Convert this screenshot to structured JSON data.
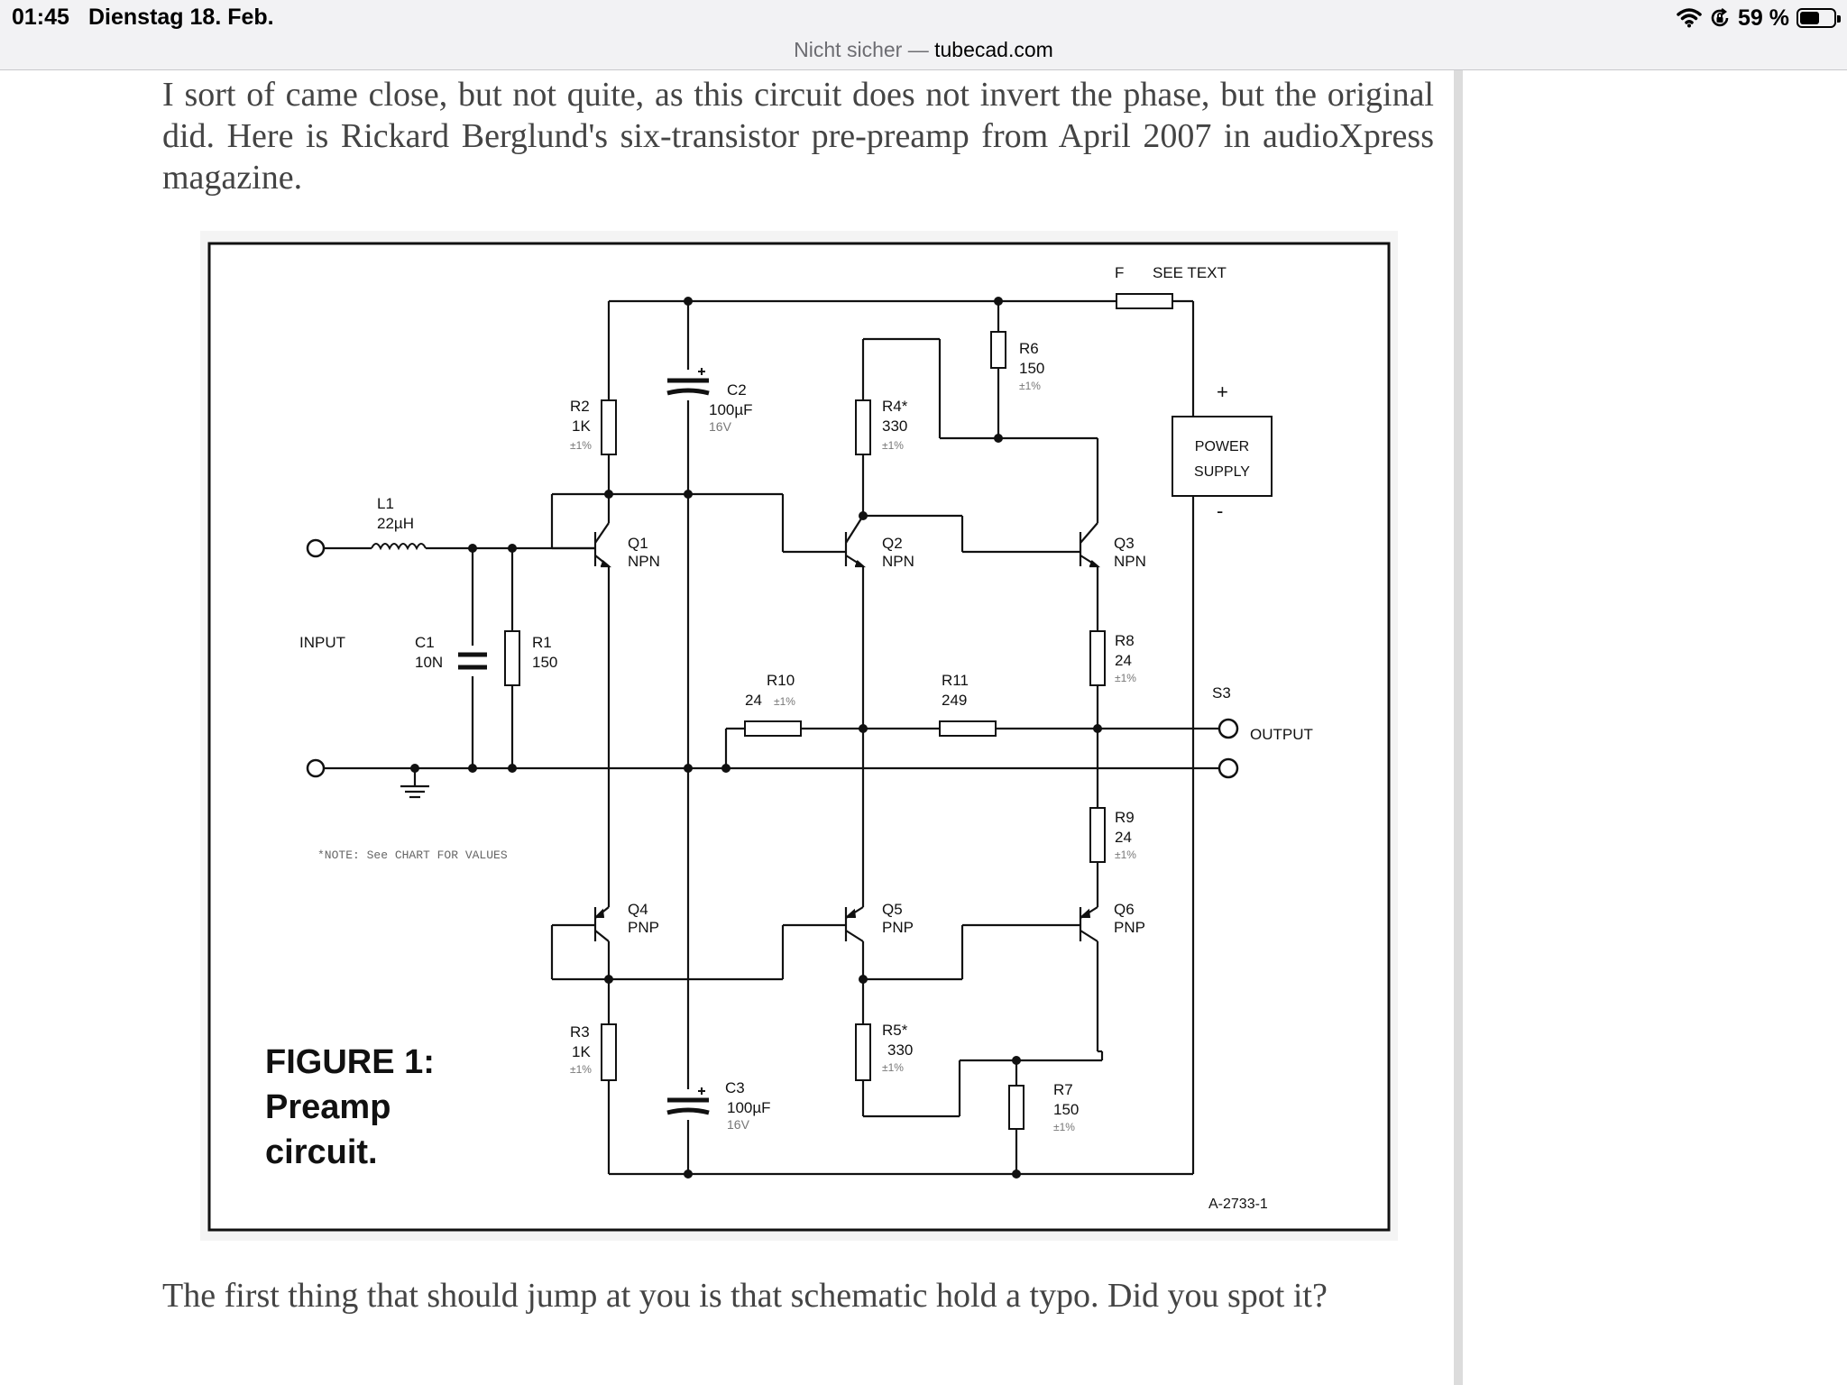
{
  "status_bar": {
    "time": "01:45",
    "date": "Dienstag 18. Feb.",
    "battery_percent": "59 %",
    "battery_level": 0.59,
    "icons": [
      "wifi-icon",
      "orientation-lock-icon",
      "battery-icon"
    ]
  },
  "address_bar": {
    "security_label": "Nicht sicher —",
    "domain": "tubecad.com"
  },
  "article": {
    "paragraph_1": "I sort of came close, but not quite, as this circuit does not invert the phase, but the original did. Here is Rickard Berglund's six-transistor pre-preamp from April 2007 in audioXpress magazine.",
    "paragraph_2": "The first thing that should jump at you is that schematic hold a typo. Did you spot it?"
  },
  "schematic": {
    "fuse_label": "F",
    "see_text": "SEE TEXT",
    "plus": "+",
    "minus": "-",
    "power_supply_line1": "POWER",
    "power_supply_line2": "SUPPLY",
    "input_label": "INPUT",
    "output_label": "OUTPUT",
    "s3": "S3",
    "note": "*NOTE: See CHART FOR VALUES",
    "figure_title": "FIGURE 1:",
    "figure_sub1": "Preamp",
    "figure_sub2": "circuit.",
    "drawing_number": "A-2733-1",
    "l1": {
      "name": "L1",
      "value": "22µH"
    },
    "c1": {
      "name": "C1",
      "value": "10N"
    },
    "c2": {
      "name": "C2",
      "value": "100µF",
      "rating": "16V"
    },
    "c3": {
      "name": "C3",
      "value": "100µF",
      "rating": "16V"
    },
    "r1": {
      "name": "R1",
      "value": "150"
    },
    "r2": {
      "name": "R2",
      "value": "1K",
      "tol": "±1%"
    },
    "r3": {
      "name": "R3",
      "value": "1K",
      "tol": "±1%"
    },
    "r4": {
      "name": "R4*",
      "value": "330",
      "tol": "±1%"
    },
    "r5": {
      "name": "R5*",
      "value": "330",
      "tol": "±1%"
    },
    "r6": {
      "name": "R6",
      "value": "150",
      "tol": "±1%"
    },
    "r7": {
      "name": "R7",
      "value": "150",
      "tol": "±1%"
    },
    "r8": {
      "name": "R8",
      "value": "24",
      "tol": "±1%"
    },
    "r9": {
      "name": "R9",
      "value": "24",
      "tol": "±1%"
    },
    "r10": {
      "name": "R10",
      "value": "24",
      "tol": "±1%"
    },
    "r11": {
      "name": "R11",
      "value": "249"
    },
    "q1": {
      "name": "Q1",
      "type": "NPN"
    },
    "q2": {
      "name": "Q2",
      "type": "NPN"
    },
    "q3": {
      "name": "Q3",
      "type": "NPN"
    },
    "q4": {
      "name": "Q4",
      "type": "PNP"
    },
    "q5": {
      "name": "Q5",
      "type": "PNP"
    },
    "q6": {
      "name": "Q6",
      "type": "PNP"
    }
  }
}
